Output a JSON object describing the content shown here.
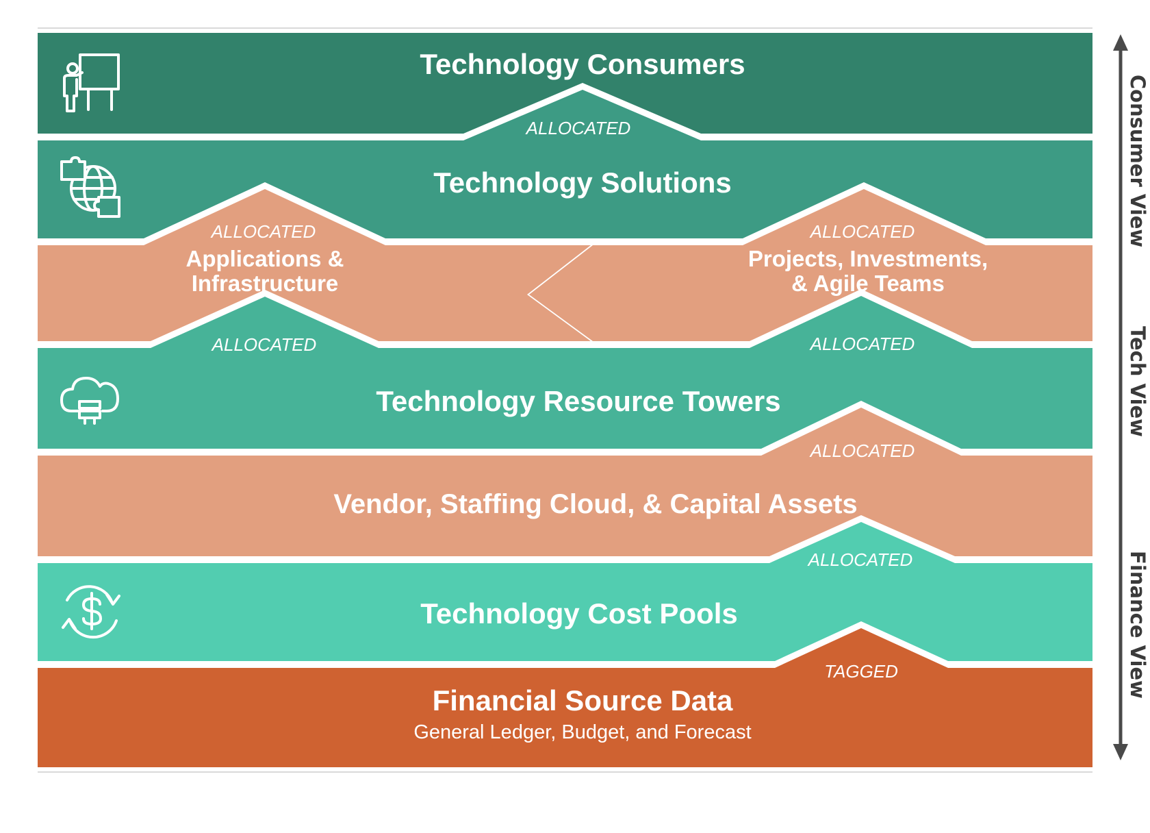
{
  "colors": {
    "consumers": "#32826b",
    "solutions": "#3d9b84",
    "apps": "#e29f7f",
    "towers": "#47b398",
    "vendor": "#e29f7f",
    "cost_pools": "#52cdb0",
    "source": "#cf6231",
    "separator": "#ffffff",
    "axis": "#4a4a4a"
  },
  "layers": {
    "consumers": {
      "title": "Technology Consumers",
      "icon": "presenter-board-icon"
    },
    "solutions": {
      "title": "Technology Solutions",
      "icon": "puzzle-globe-icon"
    },
    "apps": {
      "title_line1": "Applications &",
      "title_line2": "Infrastructure"
    },
    "projects": {
      "title_line1": "Projects, Investments,",
      "title_line2": "& Agile Teams"
    },
    "towers": {
      "title": "Technology Resource Towers",
      "icon": "cloud-server-icon"
    },
    "vendor": {
      "title": "Vendor,  Staffing Cloud, & Capital Assets"
    },
    "cost_pools": {
      "title": "Technology Cost Pools",
      "icon": "dollar-cycle-icon"
    },
    "source": {
      "title": "Financial Source Data",
      "subtitle": "General Ledger, Budget, and Forecast"
    }
  },
  "flows": {
    "consumers_from_solutions": "ALLOCATED",
    "solutions_from_apps": "ALLOCATED",
    "solutions_from_projects": "ALLOCATED",
    "apps_from_towers": "ALLOCATED",
    "projects_from_towers": "ALLOCATED",
    "towers_from_vendor": "ALLOCATED",
    "vendor_from_cost_pools": "ALLOCATED",
    "cost_pools_from_source": "TAGGED"
  },
  "views": {
    "consumer": "Consumer View",
    "tech": "Tech View",
    "finance": "Finance View"
  }
}
